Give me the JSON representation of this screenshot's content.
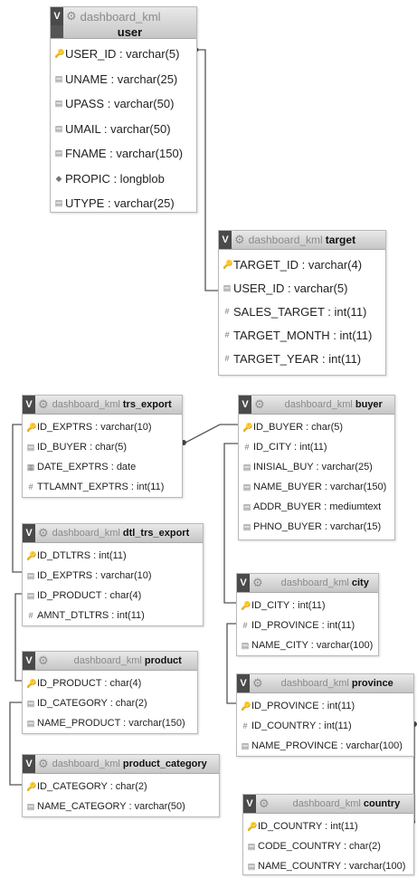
{
  "diagram": {
    "tables": [
      {
        "id": "user",
        "schema": "dashboard_kml",
        "name": "user",
        "columns": [
          {
            "label": "USER_ID : varchar(5)",
            "icon": "key-icon"
          },
          {
            "label": "UNAME : varchar(25)",
            "icon": "text-field-icon"
          },
          {
            "label": "UPASS : varchar(50)",
            "icon": "text-field-icon"
          },
          {
            "label": "UMAIL : varchar(50)",
            "icon": "text-field-icon"
          },
          {
            "label": "FNAME : varchar(150)",
            "icon": "text-field-icon"
          },
          {
            "label": "PROPIC : longblob",
            "icon": "blob-icon"
          },
          {
            "label": "UTYPE : varchar(25)",
            "icon": "text-field-icon"
          }
        ]
      },
      {
        "id": "target",
        "schema": "dashboard_kml",
        "name": "target",
        "columns": [
          {
            "label": "TARGET_ID : varchar(4)",
            "icon": "key-icon"
          },
          {
            "label": "USER_ID : varchar(5)",
            "icon": "text-field-icon"
          },
          {
            "label": "SALES_TARGET : int(11)",
            "icon": "number-field-icon"
          },
          {
            "label": "TARGET_MONTH : int(11)",
            "icon": "number-field-icon"
          },
          {
            "label": "TARGET_YEAR : int(11)",
            "icon": "number-field-icon"
          }
        ]
      },
      {
        "id": "trs_export",
        "schema": "dashboard_kml",
        "name": "trs_export",
        "columns": [
          {
            "label": "ID_EXPTRS : varchar(10)",
            "icon": "key-icon"
          },
          {
            "label": "ID_BUYER : char(5)",
            "icon": "text-field-icon"
          },
          {
            "label": "DATE_EXPTRS : date",
            "icon": "date-field-icon"
          },
          {
            "label": "TTLAMNT_EXPTRS : int(11)",
            "icon": "number-field-icon"
          }
        ]
      },
      {
        "id": "buyer",
        "schema": "dashboard_kml",
        "name": "buyer",
        "columns": [
          {
            "label": "ID_BUYER : char(5)",
            "icon": "key-icon"
          },
          {
            "label": "ID_CITY : int(11)",
            "icon": "number-field-icon"
          },
          {
            "label": "INISIAL_BUY : varchar(25)",
            "icon": "text-field-icon"
          },
          {
            "label": "NAME_BUYER : varchar(150)",
            "icon": "text-field-icon"
          },
          {
            "label": "ADDR_BUYER : mediumtext",
            "icon": "text-field-icon"
          },
          {
            "label": "PHNO_BUYER : varchar(15)",
            "icon": "text-field-icon"
          }
        ]
      },
      {
        "id": "dtl_trs_export",
        "schema": "dashboard_kml",
        "name": "dtl_trs_export",
        "columns": [
          {
            "label": "ID_DTLTRS : int(11)",
            "icon": "key-icon"
          },
          {
            "label": "ID_EXPTRS : varchar(10)",
            "icon": "text-field-icon"
          },
          {
            "label": "ID_PRODUCT : char(4)",
            "icon": "text-field-icon"
          },
          {
            "label": "AMNT_DTLTRS : int(11)",
            "icon": "number-field-icon"
          }
        ]
      },
      {
        "id": "city",
        "schema": "dashboard_kml",
        "name": "city",
        "columns": [
          {
            "label": "ID_CITY : int(11)",
            "icon": "key-icon"
          },
          {
            "label": "ID_PROVINCE : int(11)",
            "icon": "number-field-icon"
          },
          {
            "label": "NAME_CITY : varchar(100)",
            "icon": "text-field-icon"
          }
        ]
      },
      {
        "id": "product",
        "schema": "dashboard_kml",
        "name": "product",
        "columns": [
          {
            "label": "ID_PRODUCT : char(4)",
            "icon": "key-icon"
          },
          {
            "label": "ID_CATEGORY : char(2)",
            "icon": "text-field-icon"
          },
          {
            "label": "NAME_PRODUCT : varchar(150)",
            "icon": "text-field-icon"
          }
        ]
      },
      {
        "id": "province",
        "schema": "dashboard_kml",
        "name": "province",
        "columns": [
          {
            "label": "ID_PROVINCE : int(11)",
            "icon": "key-icon"
          },
          {
            "label": "ID_COUNTRY : int(11)",
            "icon": "number-field-icon"
          },
          {
            "label": "NAME_PROVINCE : varchar(100)",
            "icon": "text-field-icon"
          }
        ]
      },
      {
        "id": "product_category",
        "schema": "dashboard_kml",
        "name": "product_category",
        "columns": [
          {
            "label": "ID_CATEGORY : char(2)",
            "icon": "key-icon"
          },
          {
            "label": "NAME_CATEGORY : varchar(50)",
            "icon": "text-field-icon"
          }
        ]
      },
      {
        "id": "country",
        "schema": "dashboard_kml",
        "name": "country",
        "columns": [
          {
            "label": "ID_COUNTRY : int(11)",
            "icon": "key-icon"
          },
          {
            "label": "CODE_COUNTRY : char(2)",
            "icon": "text-field-icon"
          },
          {
            "label": "NAME_COUNTRY : varchar(100)",
            "icon": "text-field-icon"
          }
        ]
      }
    ],
    "toggle_label": "V",
    "line_color": "#555555"
  }
}
